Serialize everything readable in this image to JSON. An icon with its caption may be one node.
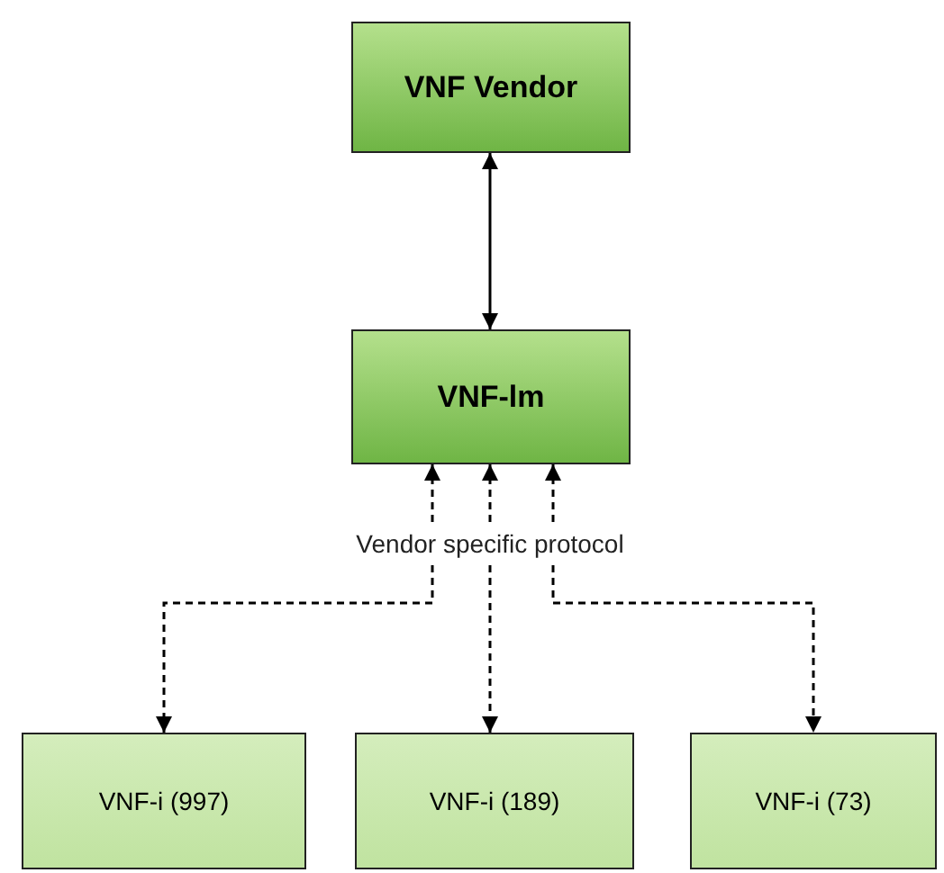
{
  "diagram": {
    "nodes": [
      {
        "text": [
          "VNF Vendor"
        ]
      },
      {
        "text": [
          "VNF-lm"
        ]
      },
      {
        "text": [
          "VNF-i (997)"
        ]
      },
      {
        "text": [
          "VNF-i (189)"
        ]
      },
      {
        "text": [
          "VNF-i (73)"
        ]
      }
    ],
    "edges": [
      {
        "from": 0,
        "to": 1,
        "arrow": "both"
      },
      {
        "from": 1,
        "to": 2,
        "arrow": "both",
        "style": "dashed"
      },
      {
        "from": 1,
        "to": 3,
        "arrow": "both",
        "style": "dashed",
        "label": "Vendor specific protocol"
      },
      {
        "from": 1,
        "to": 4,
        "arrow": "both",
        "style": "dashed"
      }
    ]
  }
}
